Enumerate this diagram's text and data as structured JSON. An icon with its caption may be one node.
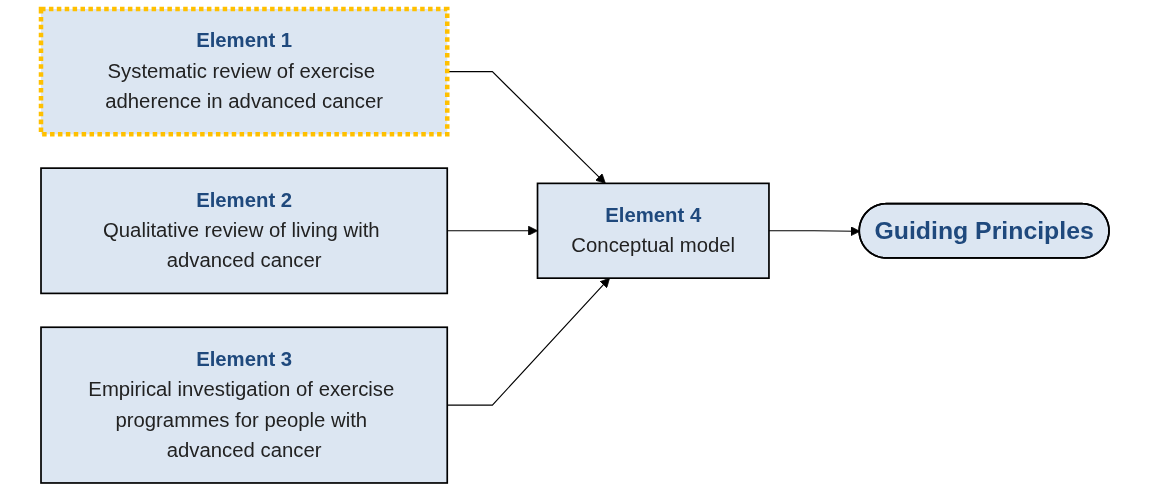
{
  "diagram": {
    "nodes": [
      {
        "text": [
          "Element 1",
          "Systematic review of exercise adherence in advanced cancer"
        ]
      },
      {
        "text": [
          "Element 2",
          "Qualitative review of living with advanced cancer"
        ]
      },
      {
        "text": [
          "Element 3",
          "Empirical investigation of exercise programmes for people with advanced cancer"
        ]
      },
      {
        "text": [
          "Element 4",
          "Conceptual model"
        ]
      },
      {
        "text": [
          "Guiding Principles"
        ]
      }
    ],
    "edges": [
      {
        "from": 0,
        "to": 3,
        "arrow": "to"
      },
      {
        "from": 1,
        "to": 3,
        "arrow": "to"
      },
      {
        "from": 2,
        "to": 3,
        "arrow": "to"
      },
      {
        "from": 3,
        "to": 4,
        "arrow": "to"
      }
    ]
  }
}
